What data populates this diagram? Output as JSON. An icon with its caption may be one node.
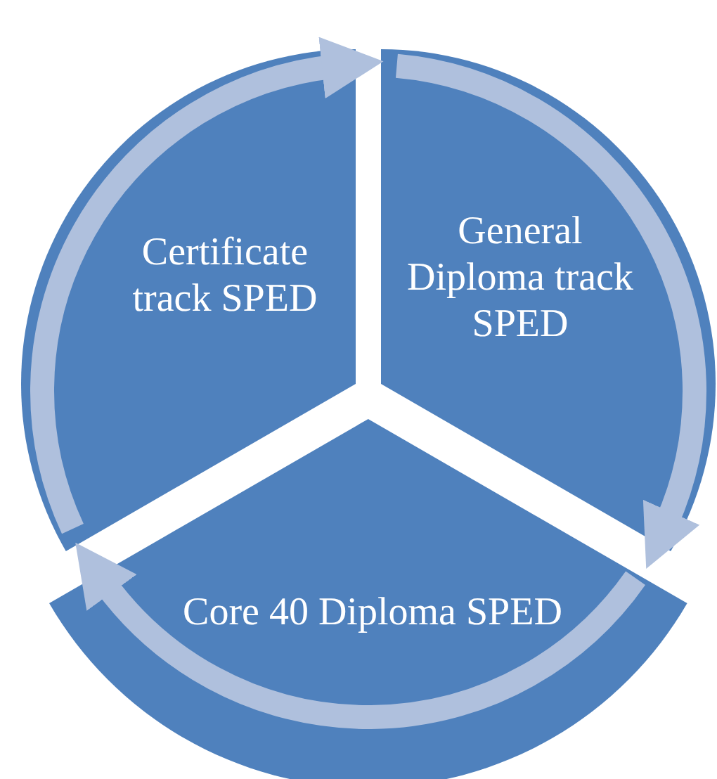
{
  "diagram": {
    "nodes": [
      {
        "text": [
          "Certificate track SPED"
        ]
      },
      {
        "text": [
          "General Diploma track SPED"
        ]
      },
      {
        "text": [
          "Core 40 Diploma SPED"
        ]
      }
    ],
    "edges": [
      {
        "from": 0,
        "to": 1,
        "arrow": "to"
      },
      {
        "from": 1,
        "to": 2,
        "arrow": "to"
      },
      {
        "from": 2,
        "to": 0,
        "arrow": "to"
      }
    ]
  }
}
